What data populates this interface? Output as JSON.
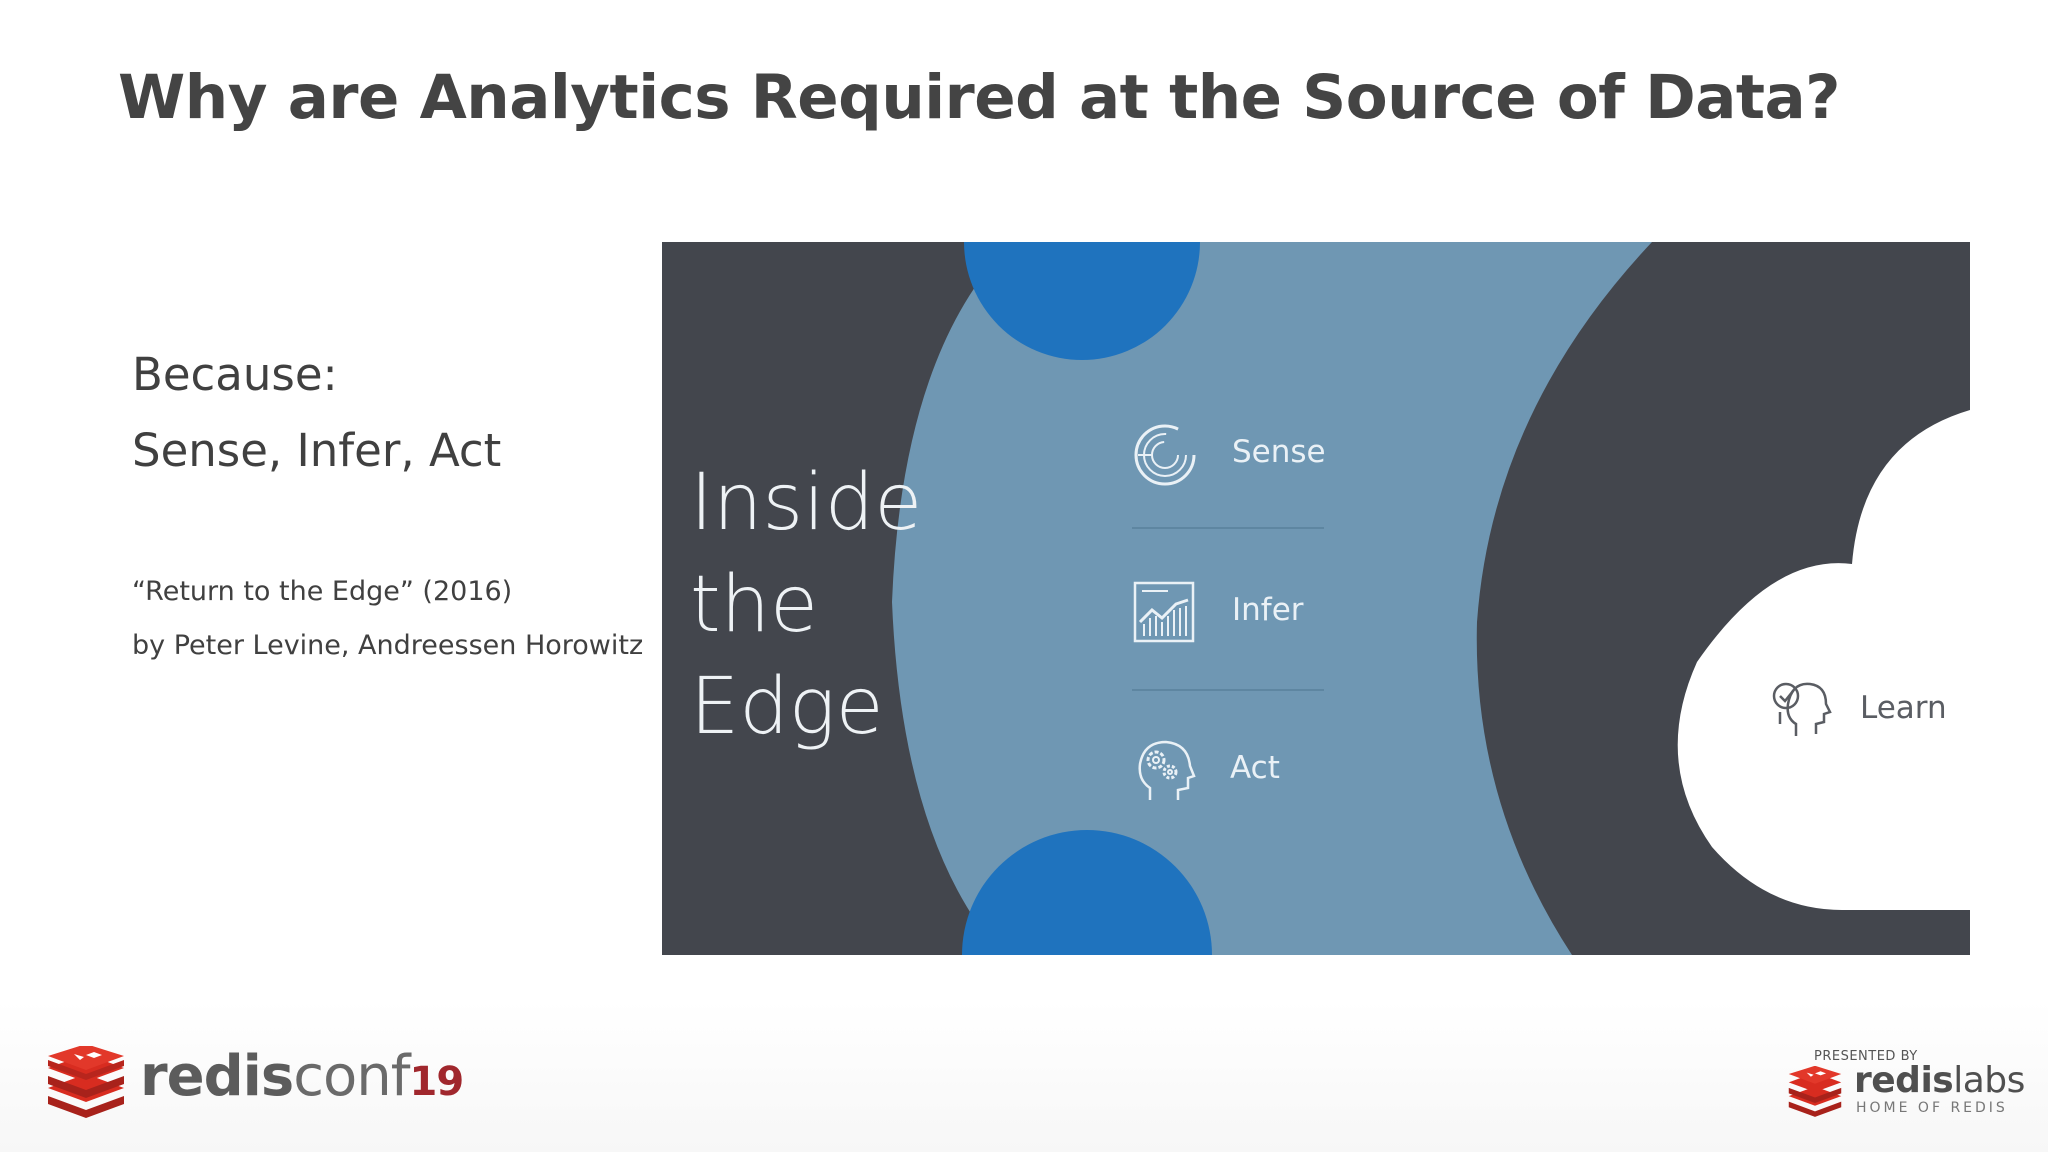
{
  "slide": {
    "title": "Why are Analytics Required at the Source of Data?",
    "because": "Because:",
    "steps_summary": "Sense, Infer, Act",
    "citation": "“Return to the Edge” (2016)",
    "author": "by Peter Levine, Andreessen Horowitz"
  },
  "graphic": {
    "heading_lines": [
      "Inside",
      "the",
      "Edge"
    ],
    "steps": [
      {
        "label": "Sense",
        "icon": "radial-gauge-icon"
      },
      {
        "label": "Infer",
        "icon": "line-chart-icon"
      },
      {
        "label": "Act",
        "icon": "head-gears-icon"
      }
    ],
    "cloud_label": "Learn",
    "cloud_icon": "head-check-icon",
    "colors": {
      "dark": "#43464d",
      "band": "#6f97b3",
      "circle": "#1f73be",
      "cloud": "#ffffff"
    }
  },
  "footer": {
    "conf_name_bold": "redis",
    "conf_name_light": "conf",
    "conf_year": "19",
    "presented_by": "PRESENTED BY",
    "company_bold": "redis",
    "company_light": "labs",
    "company_tagline": "HOME OF REDIS",
    "brand_red": "#d82c20"
  }
}
